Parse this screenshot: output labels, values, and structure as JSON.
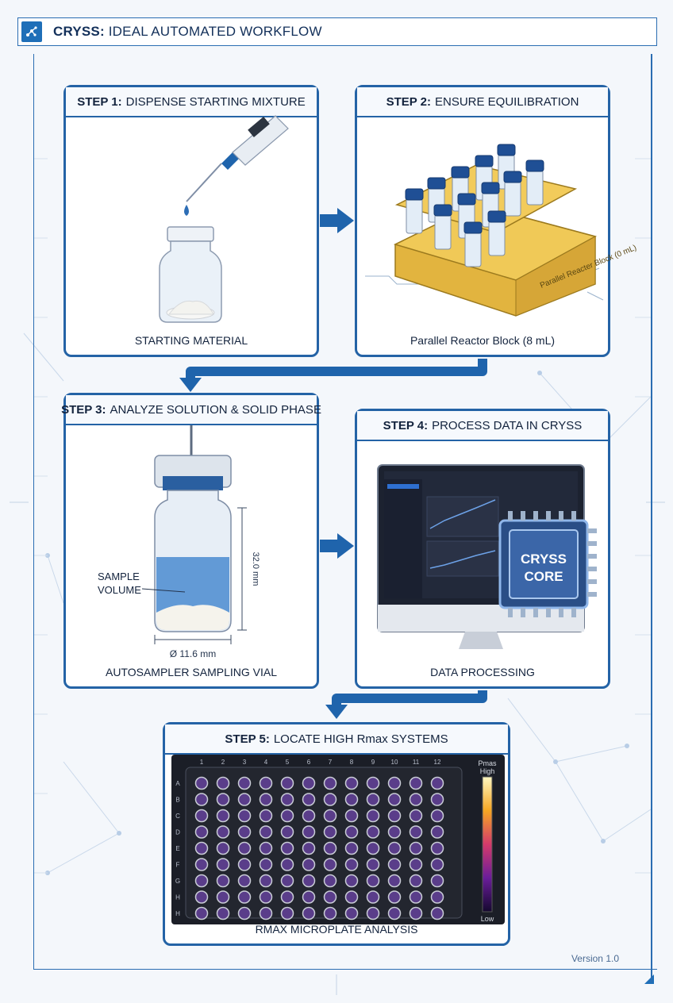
{
  "header": {
    "title_bold": "CRYSS:",
    "title_rest": "IDEAL AUTOMATED WORKFLOW",
    "logo_icon": "network-icon"
  },
  "steps": [
    {
      "number": "STEP 1:",
      "title": "DISPENSE STARTING MIXTURE",
      "caption": "STARTING MATERIAL"
    },
    {
      "number": "STEP 2:",
      "title": "ENSURE EQUILIBRATION",
      "caption": "Parallel Reactor Block (8 mL)",
      "block_label": "Parallel Reacter Block (0 mL)"
    },
    {
      "number": "STEP 3:",
      "title": "ANALYZE SOLUTION & SOLID PHASE",
      "caption": "AUTOSAMPLER SAMPLING VIAL",
      "sample_label_1": "SAMPLE",
      "sample_label_2": "VOLUME",
      "height_dim": "32.0 mm",
      "diameter_dim": "Ø 11.6 mm"
    },
    {
      "number": "STEP 4:",
      "title": "PROCESS DATA IN CRYSS",
      "caption": "DATA PROCESSING",
      "chip_line1": "CRYSS",
      "chip_line2": "CORE"
    },
    {
      "number": "STEP 5:",
      "title": "LOCATE HIGH Rmax SYSTEMS",
      "caption": "RMAX MICROPLATE ANALYSIS",
      "colorbar_title": "Pmas",
      "colorbar_high": "High",
      "colorbar_low": "Low",
      "columns": [
        "1",
        "2",
        "3",
        "4",
        "5",
        "6",
        "7",
        "8",
        "9",
        "10",
        "11",
        "12"
      ],
      "rows": [
        "A",
        "B",
        "C",
        "D",
        "E",
        "F",
        "G",
        "H",
        "H"
      ]
    }
  ],
  "footer": {
    "version": "Version 1.0"
  },
  "colors": {
    "accent": "#2463a6",
    "arrow": "#1f64ac"
  }
}
